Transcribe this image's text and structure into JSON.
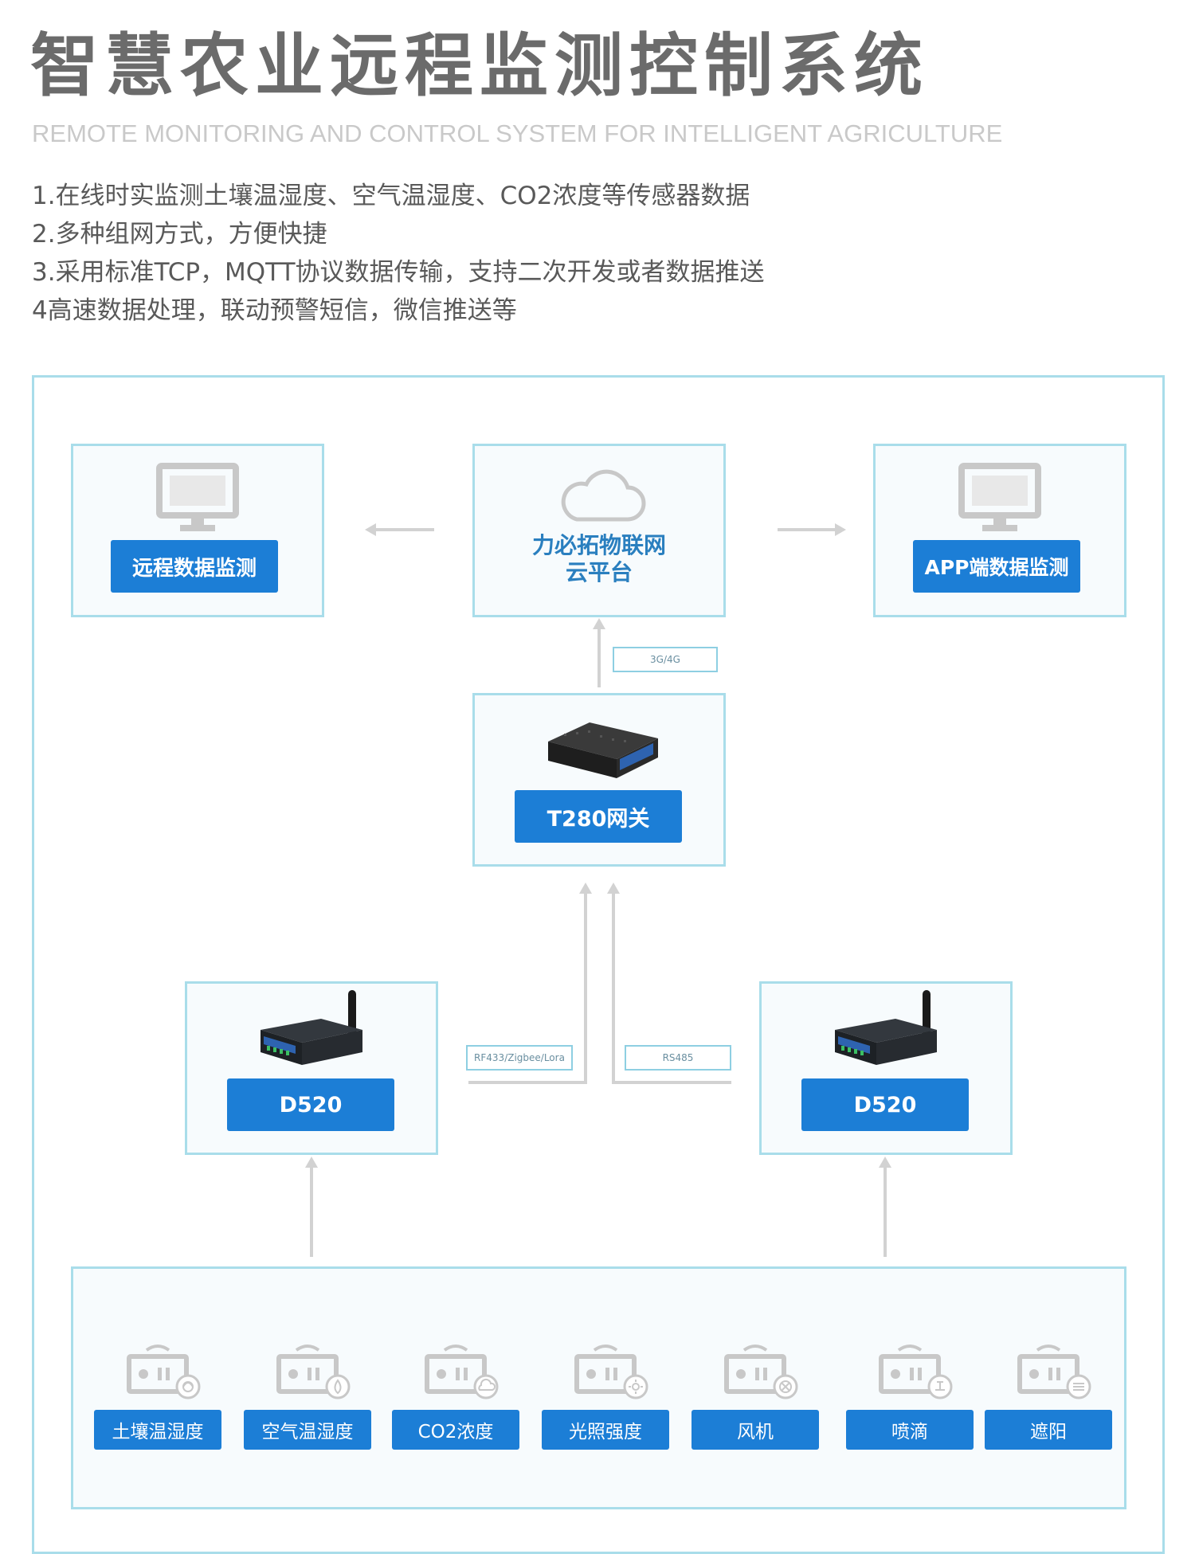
{
  "header": {
    "title": "智慧农业远程监测控制系统",
    "subtitle": "REMOTE MONITORING AND CONTROL SYSTEM FOR INTELLIGENT AGRICULTURE"
  },
  "features": [
    "1.在线时实监测土壤温湿度、空气温湿度、CO2浓度等传感器数据",
    "2.多种组网方式，方便快捷",
    "3.采用标准TCP，MQTT协议数据传输，支持二次开发或者数据推送",
    "4高速数据处理，联动预警短信，微信推送等"
  ],
  "diagram": {
    "remote_monitor": {
      "label": "远程数据监测",
      "icon": "monitor-icon"
    },
    "cloud": {
      "line1": "力必拓物联网",
      "line2": "云平台",
      "icon": "cloud-icon"
    },
    "app_monitor": {
      "label": "APP端数据监测",
      "icon": "monitor-icon"
    },
    "link_cloud": "3G/4G",
    "gateway": {
      "label": "T280网关",
      "icon": "gateway-device"
    },
    "link_left": "RF433/Zigbee/Lora",
    "link_right": "RS485",
    "node_left": {
      "label": "D520",
      "icon": "router-device"
    },
    "node_right": {
      "label": "D520",
      "icon": "router-device"
    },
    "sensors": [
      {
        "label": "土壤温湿度",
        "icon": "soil-sensor-icon"
      },
      {
        "label": "空气温湿度",
        "icon": "water-drop-icon"
      },
      {
        "label": "CO2浓度",
        "icon": "co2-icon"
      },
      {
        "label": "光照强度",
        "icon": "sun-icon"
      },
      {
        "label": "风机",
        "icon": "fan-icon"
      },
      {
        "label": "喷滴",
        "icon": "sprinkler-icon"
      },
      {
        "label": "遮阳",
        "icon": "shade-icon"
      }
    ]
  },
  "colors": {
    "accent": "#1c7ed6",
    "border": "#a9ddea",
    "arrow": "#d2d2d2",
    "icon": "#c8c8c8"
  }
}
